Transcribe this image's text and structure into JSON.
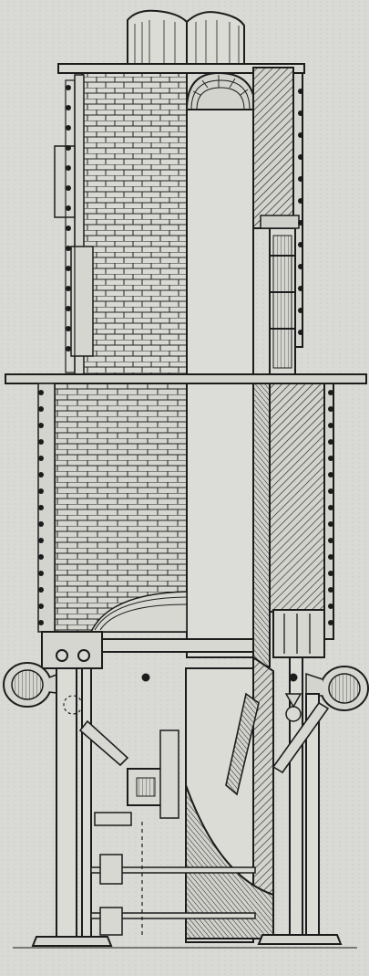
{
  "figure": {
    "subject": "vertical-furnace-cross-section",
    "style": "engraving",
    "colors": {
      "paper": "#d9d9d5",
      "paper_shade": "#cfcfca",
      "ink": "#1c1c1c",
      "hatch": "#2a2a2a"
    },
    "components": [
      "chimney-pipes",
      "upper-brick-shaft",
      "lower-brick-shaft",
      "arch",
      "hatched-lining",
      "right-ladder-channel",
      "platform-ledge",
      "left-side-bolts",
      "right-side-bolts",
      "wind-boxes",
      "lower-machinery",
      "support-columns",
      "base-plates"
    ]
  }
}
